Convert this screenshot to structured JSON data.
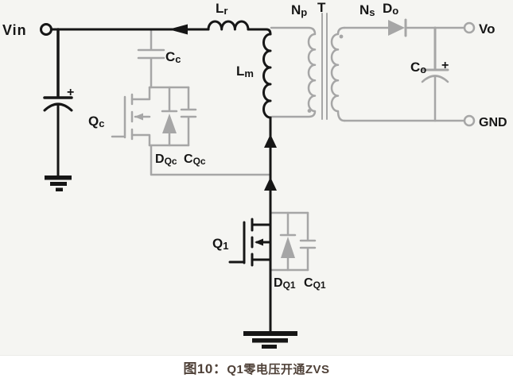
{
  "caption": {
    "prefix": "图10：",
    "text": "Q1零电压开通ZVS"
  },
  "colors": {
    "circuit_background": "#f5f5f2",
    "main_wire": "#161616",
    "clamp_and_secondary": "#a6a6a6",
    "caption_text": "#4f4138"
  },
  "terminals": {
    "vin": "Vin",
    "vo": "Vo",
    "gnd": "GND"
  },
  "labels": {
    "lr": {
      "main": "L",
      "sub": "r"
    },
    "np": {
      "main": "N",
      "sub": "p"
    },
    "t": {
      "main": "T",
      "sub": ""
    },
    "ns": {
      "main": "N",
      "sub": "s"
    },
    "do": {
      "main": "D",
      "sub": "o"
    },
    "cc": {
      "main": "C",
      "sub": "c"
    },
    "co": {
      "main": "C",
      "sub": "o"
    },
    "lm": {
      "main": "L",
      "sub": "m"
    },
    "qc": {
      "main": "Q",
      "sub": "c"
    },
    "dqc": {
      "main": "D",
      "sub": "Qc"
    },
    "cqc": {
      "main": "C",
      "sub": "Qc"
    },
    "q1": {
      "main": "Q",
      "sub": "1"
    },
    "dq1": {
      "main": "D",
      "sub": "Q1"
    },
    "cq1": {
      "main": "C",
      "sub": "Q1"
    },
    "plus_input": "+",
    "plus_output": "+"
  },
  "icons": {
    "vin_terminal": "open-circle-terminal",
    "vo_terminal": "open-circle-terminal",
    "gnd_terminal": "open-circle-terminal",
    "ground_symbols": "earth-ground",
    "current_direction": "arrow"
  }
}
